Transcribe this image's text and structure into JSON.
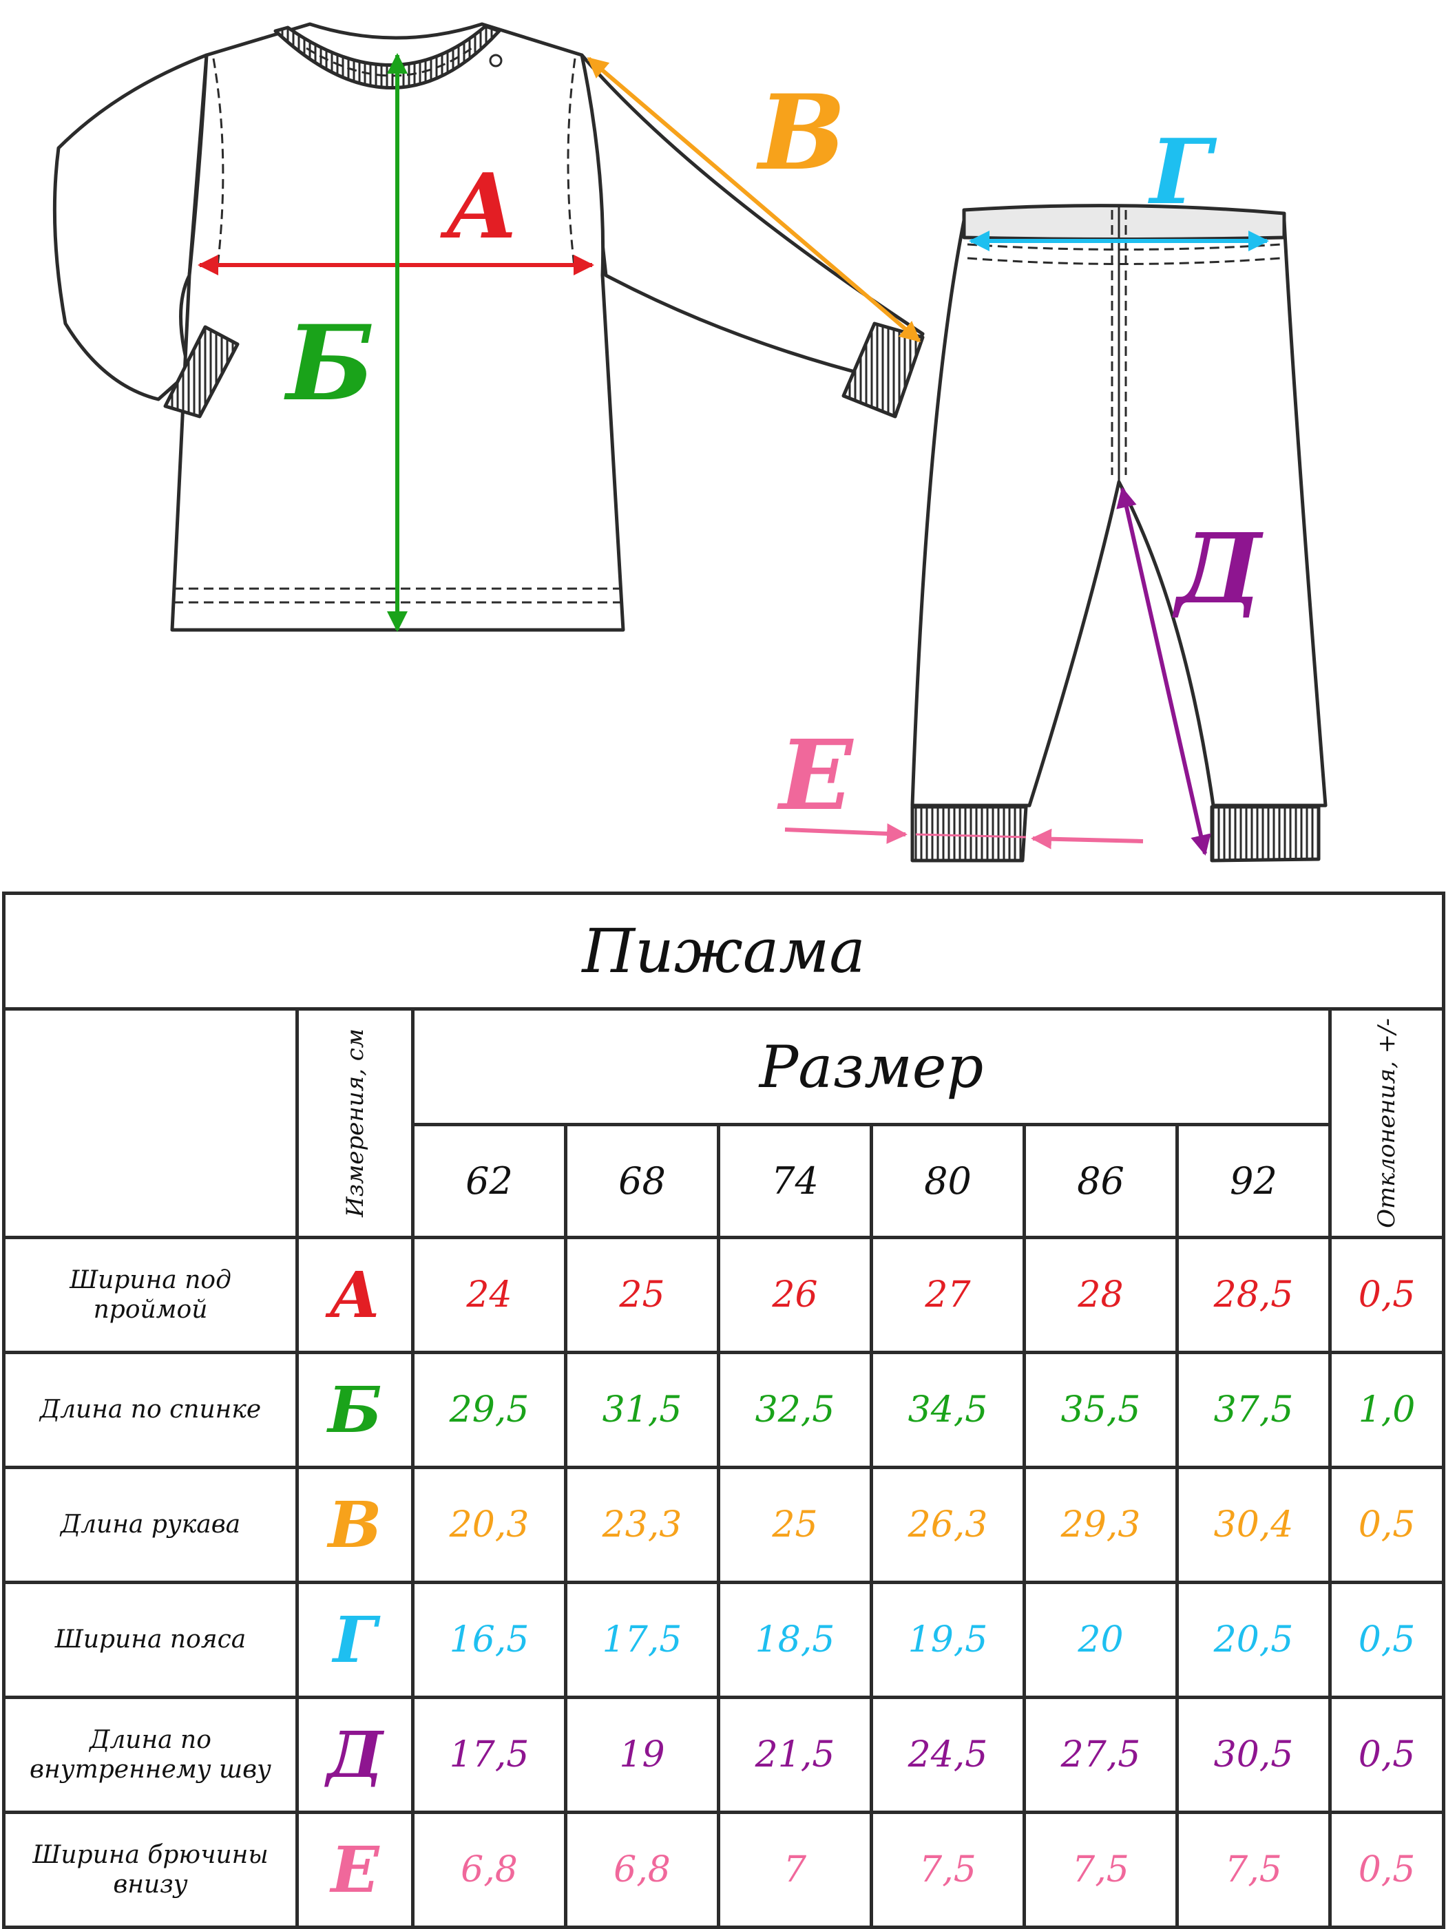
{
  "diagram": {
    "labels": {
      "A": "А",
      "B": "Б",
      "V": "В",
      "G": "Г",
      "D": "Д",
      "E": "Е"
    }
  },
  "colors": {
    "A": "#e31e24",
    "B": "#1aa31a",
    "V": "#f7a21b",
    "G": "#1ebff0",
    "D": "#8e1590",
    "E": "#f0689b",
    "outline": "#2b2b2b"
  },
  "table": {
    "title": "Пижама",
    "measure_header": "Измерения, см",
    "size_header": "Размер",
    "deviation_header": "Отклонения, +/-",
    "sizes": [
      "62",
      "68",
      "74",
      "80",
      "86",
      "92"
    ],
    "rows": [
      {
        "name": "Ширина под проймой",
        "letter": "А",
        "values": [
          "24",
          "25",
          "26",
          "27",
          "28",
          "28,5"
        ],
        "deviation": "0,5",
        "color": "#e31e24"
      },
      {
        "name": "Длина по спинке",
        "letter": "Б",
        "values": [
          "29,5",
          "31,5",
          "32,5",
          "34,5",
          "35,5",
          "37,5"
        ],
        "deviation": "1,0",
        "color": "#1aa31a"
      },
      {
        "name": "Длина рукава",
        "letter": "В",
        "values": [
          "20,3",
          "23,3",
          "25",
          "26,3",
          "29,3",
          "30,4"
        ],
        "deviation": "0,5",
        "color": "#f7a21b"
      },
      {
        "name": "Ширина пояса",
        "letter": "Г",
        "values": [
          "16,5",
          "17,5",
          "18,5",
          "19,5",
          "20",
          "20,5"
        ],
        "deviation": "0,5",
        "color": "#1ebff0"
      },
      {
        "name": "Длина по внутреннему шву",
        "letter": "Д",
        "values": [
          "17,5",
          "19",
          "21,5",
          "24,5",
          "27,5",
          "30,5"
        ],
        "deviation": "0,5",
        "color": "#8e1590"
      },
      {
        "name": "Ширина брючины внизу",
        "letter": "Е",
        "values": [
          "6,8",
          "6,8",
          "7",
          "7,5",
          "7,5",
          "7,5"
        ],
        "deviation": "0,5",
        "color": "#f0689b"
      }
    ]
  }
}
